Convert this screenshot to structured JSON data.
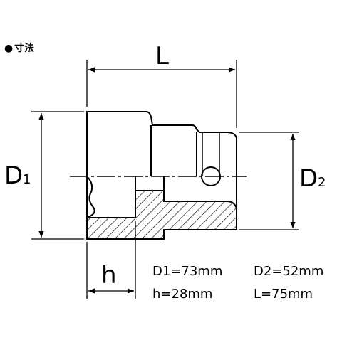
{
  "heading": {
    "bullet": "●",
    "text": "寸法"
  },
  "labels": {
    "L": "L",
    "D1_main": "D",
    "D1_sub": "1",
    "D2_main": "D",
    "D2_sub": "2",
    "h": "h"
  },
  "specs": {
    "d1": "D1=73mm",
    "d2": "D2=52mm",
    "h": "h=28mm",
    "l": "L=75mm"
  },
  "colors": {
    "line": "#000000",
    "background": "#ffffff"
  }
}
